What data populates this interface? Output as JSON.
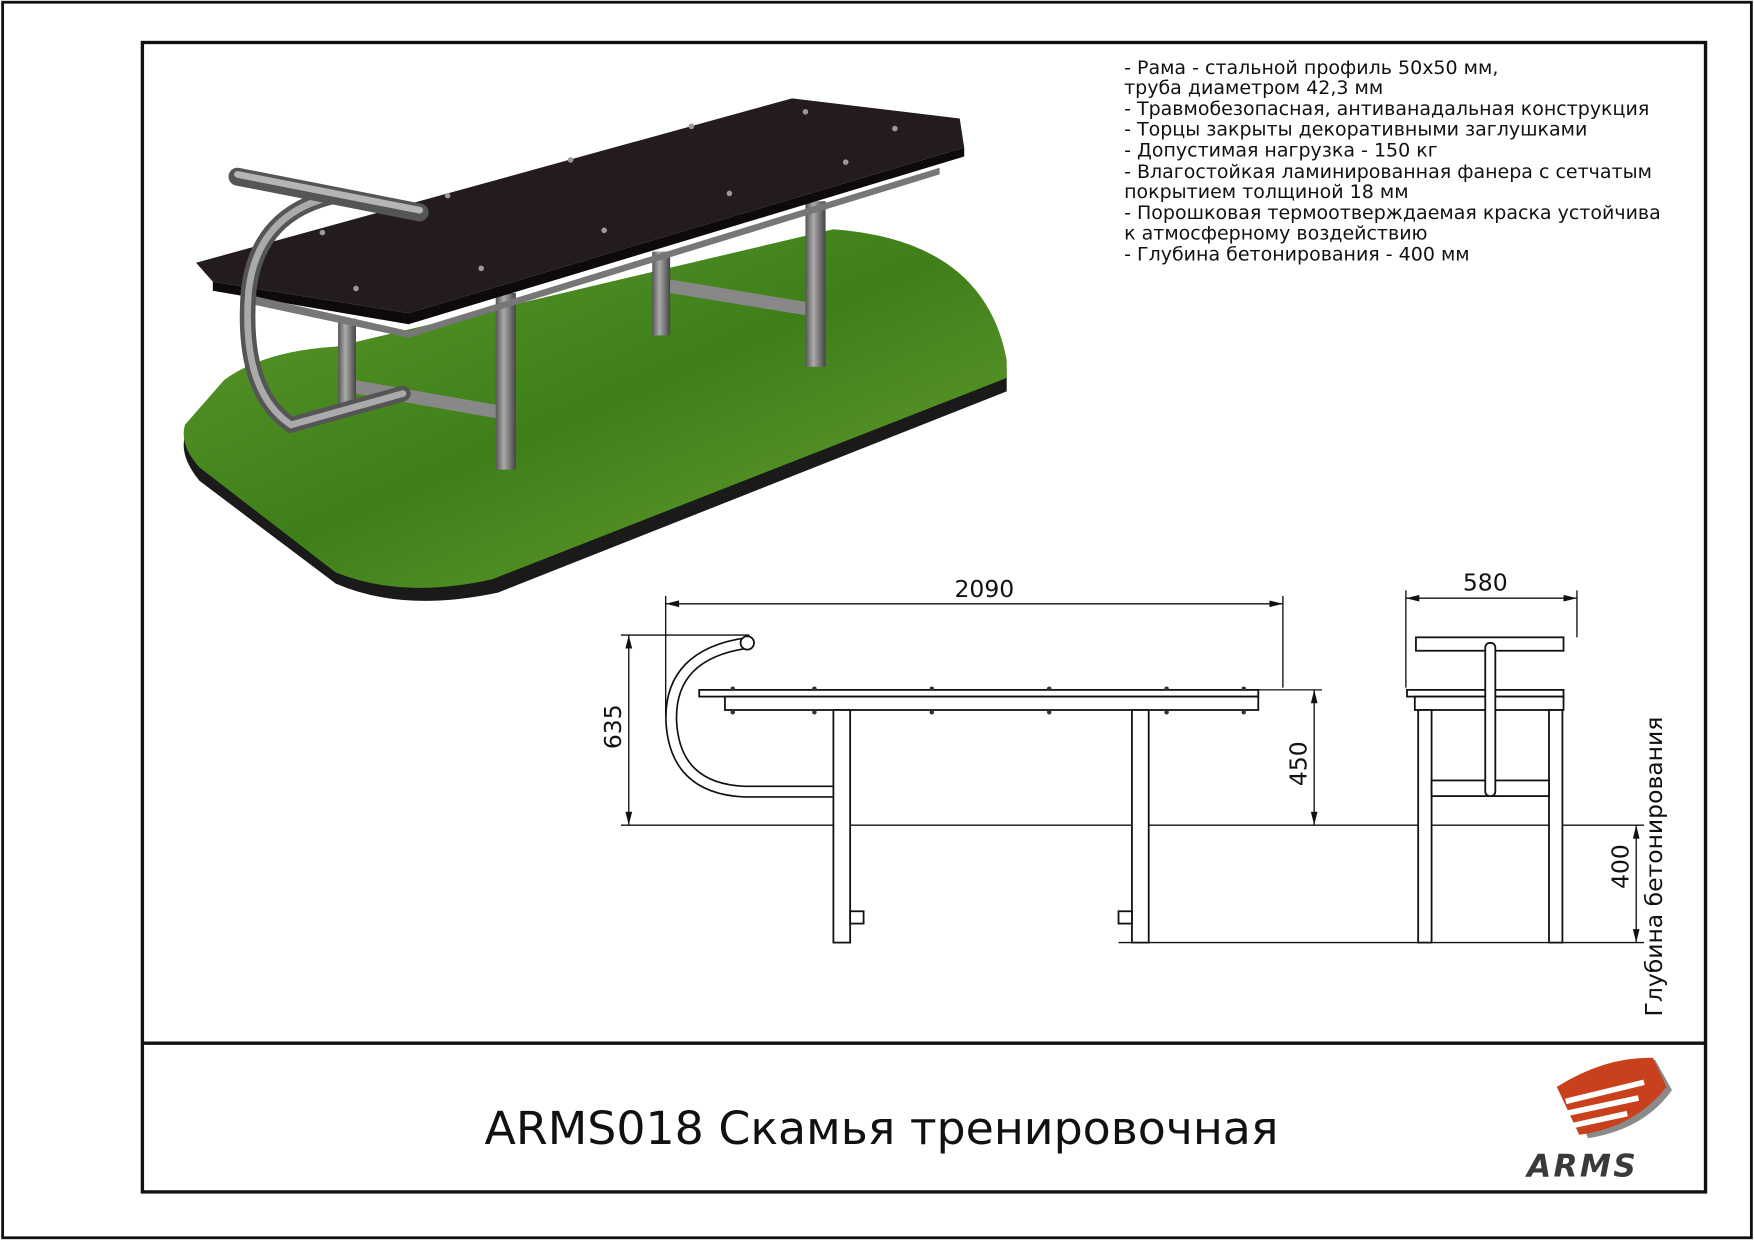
{
  "specs": [
    "- Рама - стальной профиль 50х50 мм,",
    "труба диаметром 42,3 мм",
    "- Травмобезопасная, антиванадальная конструкция",
    "- Торцы закрыты декоративными заглушками",
    "- Допустимая нагрузка - 150 кг",
    "- Влагостойкая ламинированная фанера с сетчатым",
    "покрытием толщиной 18 мм",
    "- Порошковая термоотверждаемая краска устойчива",
    "к атмосферному воздействию",
    "- Глубина бетонирования - 400 мм"
  ],
  "dimensions": {
    "length": "2090",
    "height_total": "635",
    "seat_height": "450",
    "width": "580",
    "depth": "400",
    "depth_label": "Глубина бетонирования"
  },
  "title": "ARMS018 Скамья тренировочная",
  "logo": {
    "text": "ARMS",
    "red": "#c8401c",
    "gray": "#8a8a8a",
    "dark": "#3a3a3a"
  }
}
